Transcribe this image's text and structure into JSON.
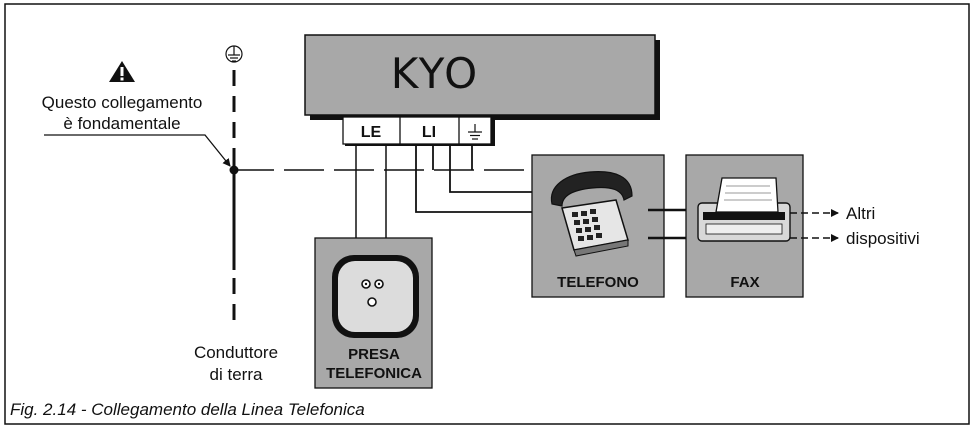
{
  "panel": {
    "kyo_label": "KYO",
    "terminal_le": "LE",
    "terminal_li": "LI",
    "warning_text_line1": "Questo collegamento",
    "warning_text_line2": "è fondamentale",
    "ground_conductor_line1": "Conduttore",
    "ground_conductor_line2": "di terra",
    "socket_label_line1": "PRESA",
    "socket_label_line2": "TELEFONICA",
    "telephone_label": "TELEFONO",
    "fax_label": "FAX",
    "other_devices_line1": "Altri",
    "other_devices_line2": "dispositivi"
  },
  "caption": "Fig. 2.14 - Collegamento della Linea Telefonica",
  "colors": {
    "box_fill": "#a8a8a8",
    "socket_fill": "#dcdcdc",
    "line": "#111111"
  },
  "icons": [
    "warning-icon",
    "ground-icon",
    "telephone-icon",
    "fax-icon",
    "arrow-icon"
  ]
}
